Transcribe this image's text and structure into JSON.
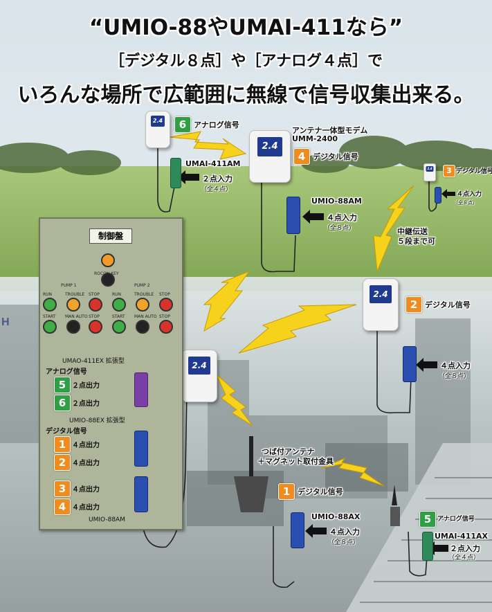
{
  "headline": {
    "line1": "“UMIO-88やUMAI-411なら”",
    "line2": "［デジタル８点］や［アナログ４点］で",
    "line3": "いろんな場所で広範囲に無線で信号収集出来る。"
  },
  "colors": {
    "orange_badge": "#f08c1e",
    "green_badge": "#2ea043",
    "module_blue": "#2a4fb0",
    "module_green": "#2f8a5a",
    "module_purple": "#7a3fa6",
    "panel": "#aeb59a",
    "arrow_yellow": "#f6d21c"
  },
  "modem_logo": "2.4",
  "nodes": {
    "top_left": {
      "badge": "6",
      "signal": "アナログ信号",
      "model": "UMAI-411AM",
      "input": "２点入力",
      "total": "（全４点）"
    },
    "center_modem": {
      "caption1": "アンテナ一体型モデム",
      "caption2": "UMM-2400",
      "badge": "4",
      "signal": "デジタル信号",
      "model": "UMIO-88AM",
      "input": "４点入力",
      "total": "（全８点）"
    },
    "top_right": {
      "badge": "3",
      "signal": "デジタル信号",
      "input": "４点入力",
      "total": "（全８点）"
    },
    "relay": {
      "line1": "中継伝送",
      "line2": "５段まで可"
    },
    "right_mid": {
      "badge": "2",
      "signal": "デジタル信号",
      "input": "４点入力",
      "total": "（全８点）"
    },
    "antenna": {
      "line1": "つば付アンテナ",
      "line2": "＋マグネット取付金具"
    },
    "bottom_center": {
      "badge": "1",
      "signal": "デジタル信号",
      "model": "UMIO-88AX",
      "input": "４点入力",
      "total": "（全８点）"
    },
    "bottom_right": {
      "badge": "5",
      "signal": "アナログ信号",
      "model": "UMAI-411AX",
      "input": "２点入力",
      "total": "（全４点）"
    }
  },
  "panel": {
    "title": "制御盤",
    "switch_label_top": "ROCON KEY",
    "pump1": "PUMP 1",
    "pump2": "PUMP 2",
    "lamp_row": [
      "RUN",
      "TROUBLE",
      "STOP",
      "RUN",
      "TROUBLE",
      "STOP"
    ],
    "btn_row": [
      "START",
      "MAN AUTO",
      "STOP",
      "START",
      "MAN AUTO",
      "STOP"
    ],
    "ext_analog": "UMAO-411EX 拡張型",
    "analog_title": "アナログ信号",
    "ext_digital": "UMIO-88EX 拡張型",
    "digital_title": "デジタル信号",
    "base_model": "UMIO-88AM",
    "outputs": [
      {
        "badge": "5",
        "label": "２点出力"
      },
      {
        "badge": "6",
        "label": "２点出力"
      },
      {
        "badge": "1",
        "label": "４点出力"
      },
      {
        "badge": "2",
        "label": "４点出力"
      },
      {
        "badge": "3",
        "label": "４点出力"
      },
      {
        "badge": "4",
        "label": "４点出力"
      }
    ]
  }
}
